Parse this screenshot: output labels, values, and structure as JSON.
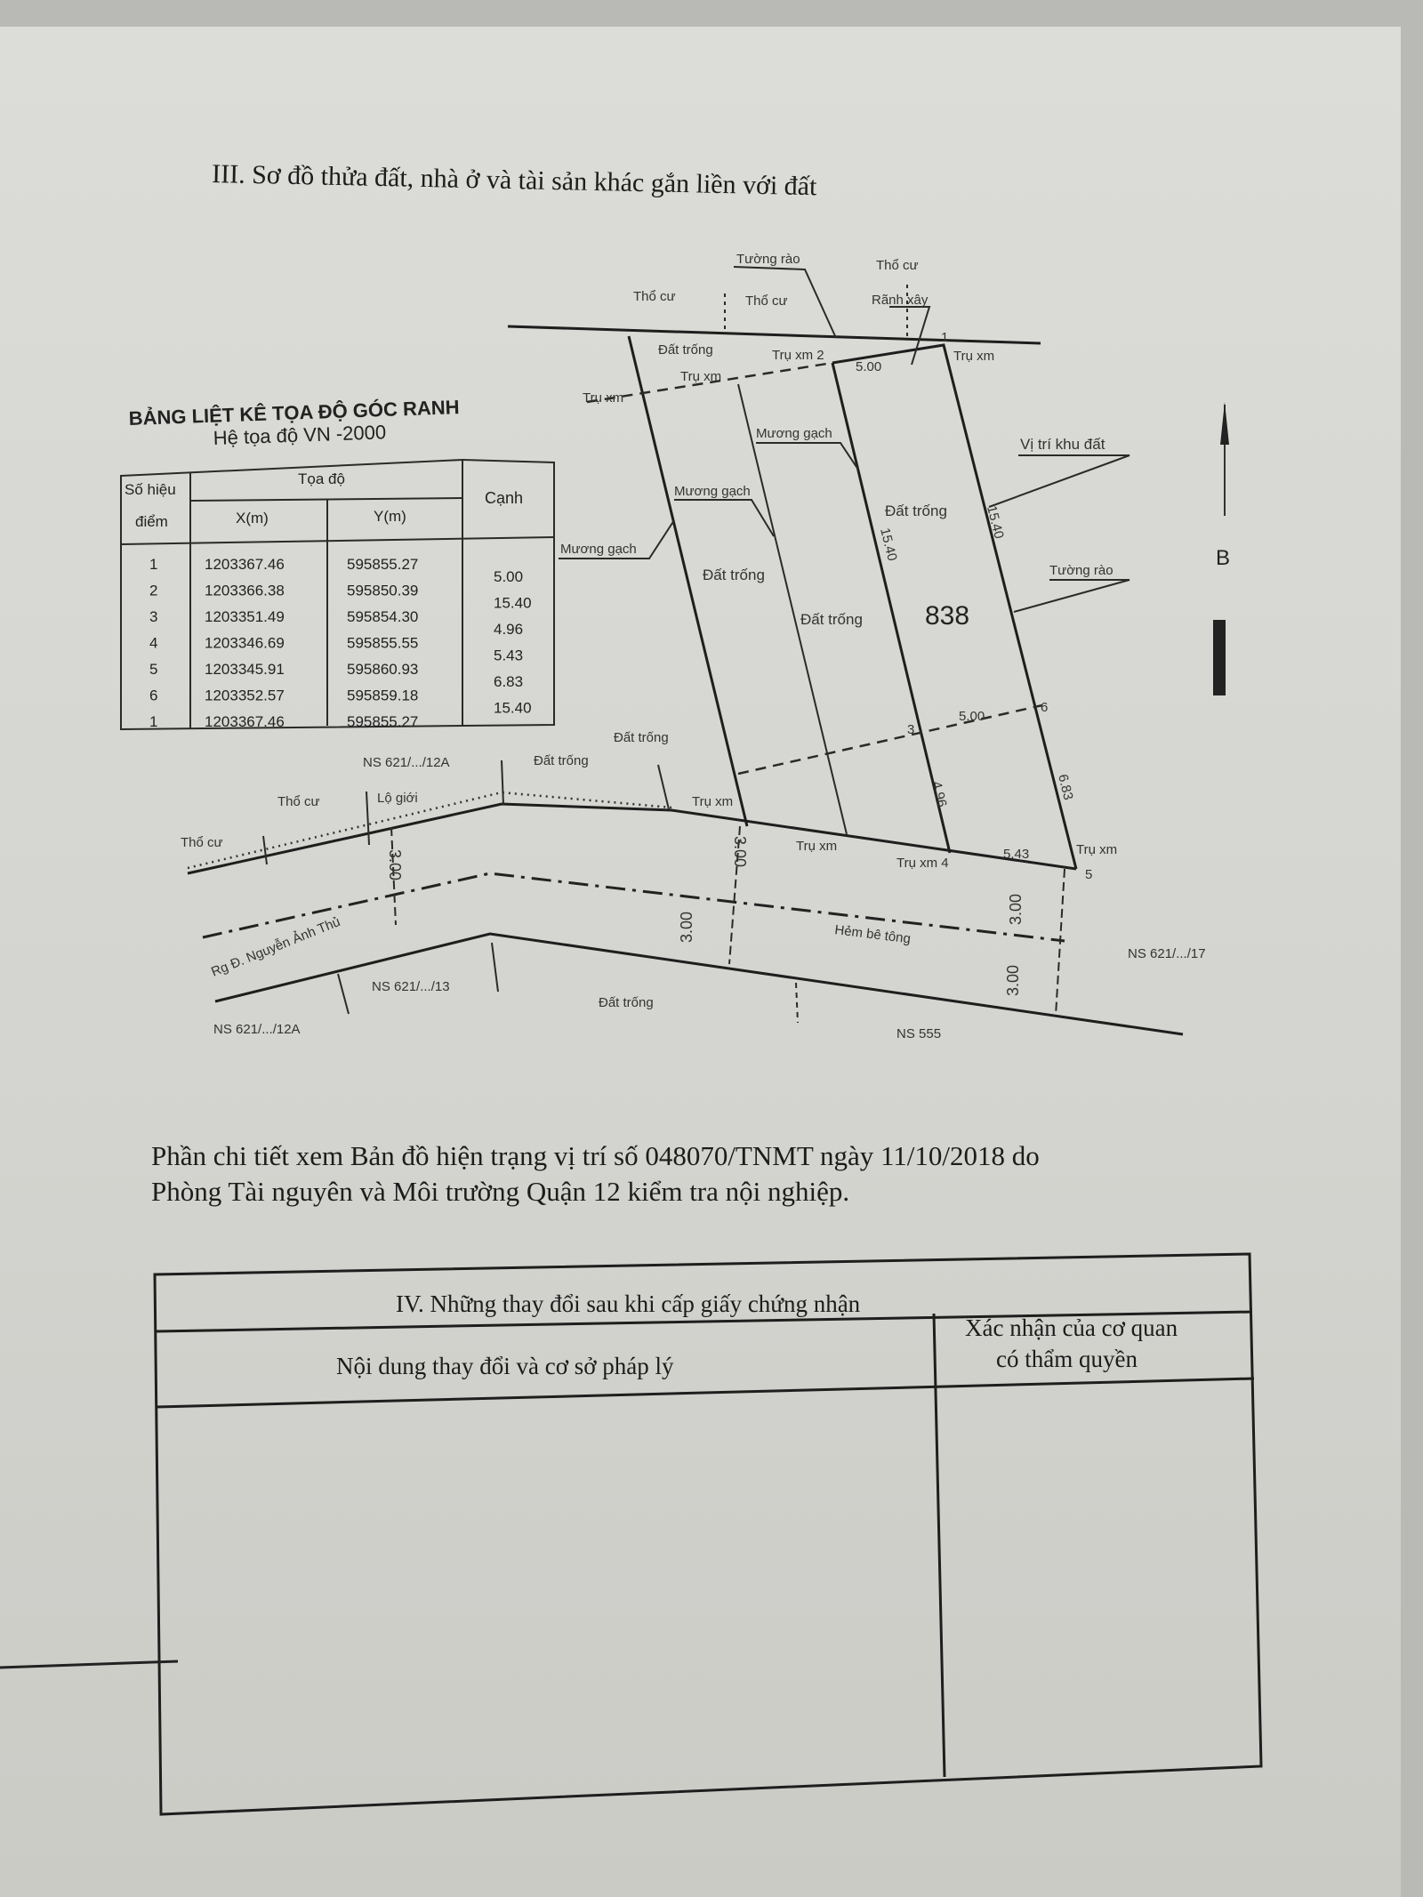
{
  "section3_title": "III. Sơ đồ thửa đất, nhà ở và tài sản khác gắn liền với đất",
  "coord_table": {
    "title": "BẢNG LIỆT KÊ TỌA ĐỘ GÓC RANH",
    "subtitle": "Hệ tọa độ VN -2000",
    "headers": {
      "point_1": "Số hiệu",
      "point_2": "điểm",
      "coords": "Tọa độ",
      "x": "X(m)",
      "y": "Y(m)",
      "edge": "Cạnh"
    },
    "rows": [
      {
        "point": "1",
        "x": "1203367.46",
        "y": "595855.27"
      },
      {
        "point": "2",
        "x": "1203366.38",
        "y": "595850.39"
      },
      {
        "point": "3",
        "x": "1203351.49",
        "y": "595854.30"
      },
      {
        "point": "4",
        "x": "1203346.69",
        "y": "595855.55"
      },
      {
        "point": "5",
        "x": "1203345.91",
        "y": "595860.93"
      },
      {
        "point": "6",
        "x": "1203352.57",
        "y": "595859.18"
      },
      {
        "point": "1",
        "x": "1203367.46",
        "y": "595855.27"
      }
    ],
    "edges": [
      "5.00",
      "15.40",
      "4.96",
      "5.43",
      "6.83",
      "15.40"
    ]
  },
  "diagram": {
    "parcel_number": "838",
    "north_label": "B",
    "labels": {
      "tho_cu_1": "Thổ cư",
      "tho_cu_2": "Thổ cư",
      "tuong_rao_top": "Tường rào",
      "tho_cu_3": "Thổ cư",
      "ranh_xay": "Rãnh xây",
      "dat_trong_top": "Đất trống",
      "tru_xm_2": "Trụ xm 2",
      "edge_1_2": "5.00",
      "tru_xm_1": "Trụ xm",
      "tru_xm_left": "Trụ xm",
      "tru_xm_mid": "Trụ xm",
      "muong_gach_1": "Mương gạch",
      "vi_tri": "Vị trí khu đất",
      "muong_gach_2": "Mương gạch",
      "dat_trong_plot": "Đất trống",
      "muong_gach_3": "Mương gạch",
      "edge_6_1": "15.40",
      "edge_2_3": "15.40",
      "tuong_rao_right": "Tường rào",
      "dat_trong_a": "Đất trống",
      "dat_trong_b": "Đất trống",
      "edge_3_6": "5.00",
      "edge_3_4": "4.96",
      "edge_5_6": "6.83",
      "ns_12a_top": "NS 621/.../12A",
      "dat_trong_c": "Đất trống",
      "dat_trong_d": "Đất trống",
      "tho_cu_4": "Thổ cư",
      "lo_gioi": "Lộ giới",
      "tho_cu_5": "Thổ cư",
      "tru_xm_3": "Trụ xm",
      "tru_xm_b": "Trụ xm",
      "tru_xm_4": "Trụ xm 4",
      "edge_4_5": "5.43",
      "tru_xm_5": "Trụ xm",
      "pt5": "5",
      "w1": "3.00",
      "w2": "3.00",
      "w3": "3.00",
      "w4": "3.00",
      "w5": "3.00",
      "road": "Rg Đ. Nguyễn Ảnh Thủ",
      "hem": "Hẻm bê tông",
      "ns_13": "NS 621/.../13",
      "dat_trong_e": "Đất trống",
      "ns_12a_bottom": "NS 621/.../12A",
      "ns_555": "NS 555",
      "ns_17": "NS 621/.../17",
      "pt1": "1",
      "pt3": "3",
      "pt6": "6"
    }
  },
  "note": {
    "line1": "Phần chi tiết xem Bản đồ hiện trạng vị trí số 048070/TNMT ngày 11/10/2018 do",
    "line2": "Phòng Tài nguyên và Môi trường Quận 12 kiểm tra nội nghiệp."
  },
  "changes_table": {
    "title": "IV. Những thay đổi sau khi cấp giấy chứng nhận",
    "col1": "Nội dung thay đổi và cơ sở pháp lý",
    "col2_line1": "Xác nhận của cơ quan",
    "col2_line2": "có thẩm quyền"
  }
}
